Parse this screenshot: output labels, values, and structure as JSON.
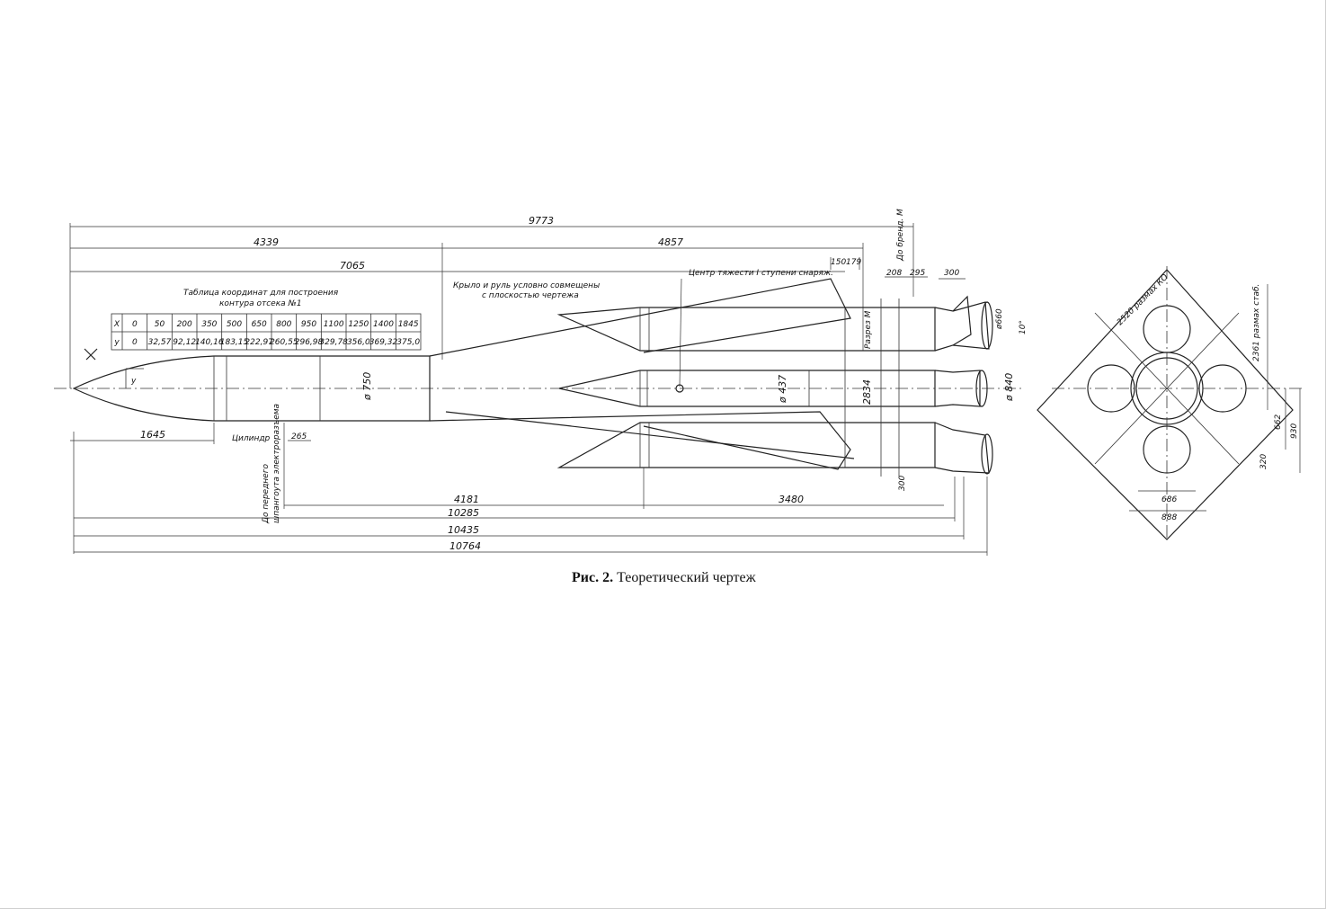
{
  "caption": {
    "prefix": "Рис. 2.",
    "title": "Теоретический чертеж"
  },
  "table": {
    "title_line1": "Таблица координат для построения",
    "title_line2": "контура отсека №1",
    "x_label": "X",
    "y_label": "y",
    "x_values": [
      "0",
      "50",
      "200",
      "350",
      "500",
      "650",
      "800",
      "950",
      "1100",
      "1250",
      "1400",
      "1845"
    ],
    "y_values": [
      "0",
      "32,57",
      "92,12",
      "140,16",
      "183,15",
      "222,97",
      "260,55",
      "296,98",
      "329,78",
      "356,0",
      "369,32",
      "375,0"
    ]
  },
  "notes": {
    "wing_rudder_line1": "Крыло и руль условно совмещены",
    "wing_rudder_line2": "с плоскостью чертежа",
    "cg_label": "Центр тяжести I ступени снаряж.",
    "cylinder": "Цилиндр",
    "front_frame_line1": "До переднего",
    "front_frame_line2": "шпангоута электроразъема",
    "section_m": "Разрез М",
    "to_section_m": "До бренд. М",
    "y_axis": "y"
  },
  "dimensions": {
    "d9773": "9773",
    "d4339": "4339",
    "d4857": "4857",
    "d7065": "7065",
    "d150": "150",
    "d179": "179",
    "d208": "208",
    "d295": "295",
    "d300_top": "300",
    "d1645": "1645",
    "d265": "265",
    "d750": "ø 750",
    "d437": "ø 437",
    "d2834": "2834",
    "d660": "ø660",
    "d10deg": "10°",
    "d840": "ø 840",
    "d300_bottom": "300",
    "d4181": "4181",
    "d3480": "3480",
    "d10285": "10285",
    "d10435": "10435",
    "d10764": "10764",
    "span_wing": "2520 размах КО",
    "span_stab": "2361 размах стаб.",
    "d662": "662",
    "d930": "930",
    "d320": "320",
    "d686": "686",
    "d888": "888"
  }
}
